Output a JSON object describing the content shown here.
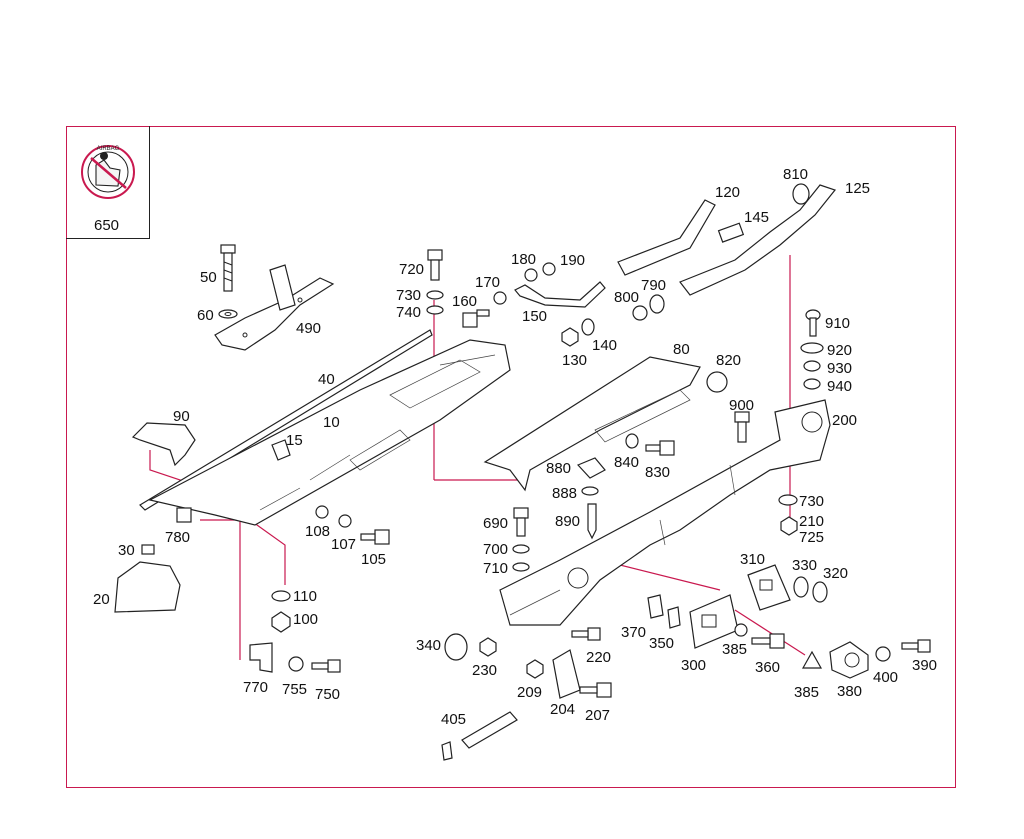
{
  "diagram": {
    "inset_label": "650",
    "labels": [
      {
        "id": "lbl-650",
        "text": "650"
      },
      {
        "id": "lbl-50",
        "text": "50"
      },
      {
        "id": "lbl-60",
        "text": "60"
      },
      {
        "id": "lbl-490",
        "text": "490"
      },
      {
        "id": "lbl-40",
        "text": "40"
      },
      {
        "id": "lbl-90",
        "text": "90"
      },
      {
        "id": "lbl-10",
        "text": "10"
      },
      {
        "id": "lbl-15",
        "text": "15"
      },
      {
        "id": "lbl-780",
        "text": "780"
      },
      {
        "id": "lbl-30",
        "text": "30"
      },
      {
        "id": "lbl-20",
        "text": "20"
      },
      {
        "id": "lbl-108",
        "text": "108"
      },
      {
        "id": "lbl-107",
        "text": "107"
      },
      {
        "id": "lbl-105",
        "text": "105"
      },
      {
        "id": "lbl-110",
        "text": "110"
      },
      {
        "id": "lbl-100",
        "text": "100"
      },
      {
        "id": "lbl-770",
        "text": "770"
      },
      {
        "id": "lbl-755",
        "text": "755"
      },
      {
        "id": "lbl-750",
        "text": "750"
      },
      {
        "id": "lbl-720",
        "text": "720"
      },
      {
        "id": "lbl-730a",
        "text": "730"
      },
      {
        "id": "lbl-740",
        "text": "740"
      },
      {
        "id": "lbl-160",
        "text": "160"
      },
      {
        "id": "lbl-170",
        "text": "170"
      },
      {
        "id": "lbl-180",
        "text": "180"
      },
      {
        "id": "lbl-190",
        "text": "190"
      },
      {
        "id": "lbl-150",
        "text": "150"
      },
      {
        "id": "lbl-130",
        "text": "130"
      },
      {
        "id": "lbl-140",
        "text": "140"
      },
      {
        "id": "lbl-120",
        "text": "120"
      },
      {
        "id": "lbl-810",
        "text": "810"
      },
      {
        "id": "lbl-125",
        "text": "125"
      },
      {
        "id": "lbl-145",
        "text": "145"
      },
      {
        "id": "lbl-800",
        "text": "800"
      },
      {
        "id": "lbl-790",
        "text": "790"
      },
      {
        "id": "lbl-80",
        "text": "80"
      },
      {
        "id": "lbl-820",
        "text": "820"
      },
      {
        "id": "lbl-910",
        "text": "910"
      },
      {
        "id": "lbl-920",
        "text": "920"
      },
      {
        "id": "lbl-930",
        "text": "930"
      },
      {
        "id": "lbl-940",
        "text": "940"
      },
      {
        "id": "lbl-900",
        "text": "900"
      },
      {
        "id": "lbl-200",
        "text": "200"
      },
      {
        "id": "lbl-880",
        "text": "880"
      },
      {
        "id": "lbl-840",
        "text": "840"
      },
      {
        "id": "lbl-830",
        "text": "830"
      },
      {
        "id": "lbl-888",
        "text": "888"
      },
      {
        "id": "lbl-890",
        "text": "890"
      },
      {
        "id": "lbl-690",
        "text": "690"
      },
      {
        "id": "lbl-700",
        "text": "700"
      },
      {
        "id": "lbl-710",
        "text": "710"
      },
      {
        "id": "lbl-730b",
        "text": "730"
      },
      {
        "id": "lbl-210",
        "text": "210"
      },
      {
        "id": "lbl-725",
        "text": "725"
      },
      {
        "id": "lbl-310",
        "text": "310"
      },
      {
        "id": "lbl-330",
        "text": "330"
      },
      {
        "id": "lbl-320",
        "text": "320"
      },
      {
        "id": "lbl-370",
        "text": "370"
      },
      {
        "id": "lbl-350",
        "text": "350"
      },
      {
        "id": "lbl-340",
        "text": "340"
      },
      {
        "id": "lbl-220",
        "text": "220"
      },
      {
        "id": "lbl-230",
        "text": "230"
      },
      {
        "id": "lbl-300",
        "text": "300"
      },
      {
        "id": "lbl-385a",
        "text": "385"
      },
      {
        "id": "lbl-360",
        "text": "360"
      },
      {
        "id": "lbl-385b",
        "text": "385"
      },
      {
        "id": "lbl-380",
        "text": "380"
      },
      {
        "id": "lbl-400",
        "text": "400"
      },
      {
        "id": "lbl-390",
        "text": "390"
      },
      {
        "id": "lbl-209",
        "text": "209"
      },
      {
        "id": "lbl-204",
        "text": "204"
      },
      {
        "id": "lbl-207",
        "text": "207"
      },
      {
        "id": "lbl-405",
        "text": "405"
      }
    ]
  },
  "colors": {
    "frame": "#c9194f",
    "leader": "#c9194f",
    "ink": "#111111"
  }
}
